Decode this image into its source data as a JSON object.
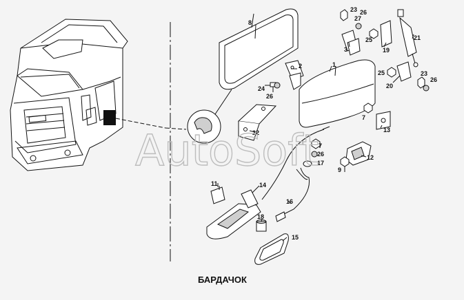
{
  "caption": "БАРДАЧОК",
  "watermark": "AutoSoft",
  "callouts": [
    "1",
    "2",
    "3",
    "7",
    "7",
    "8",
    "9",
    "11",
    "12",
    "13",
    "14",
    "15",
    "16",
    "17",
    "18",
    "19",
    "20",
    "21",
    "22",
    "23",
    "23",
    "24",
    "25",
    "25",
    "26",
    "26",
    "26",
    "26",
    "27"
  ]
}
